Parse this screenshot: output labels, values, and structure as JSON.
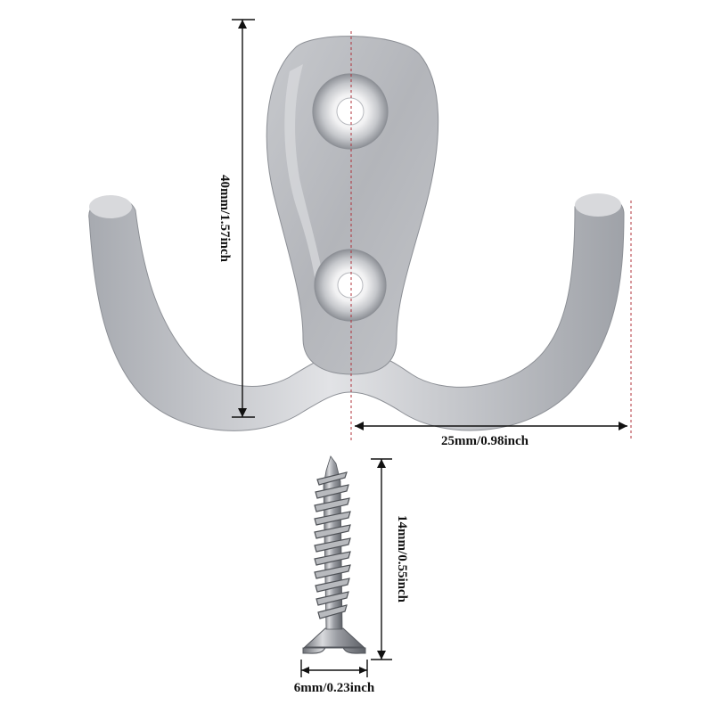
{
  "dimensions": {
    "hook_height": "40mm/1.57inch",
    "hook_half_width": "25mm/0.98inch",
    "screw_length": "14mm/0.55inch",
    "screw_head_width": "6mm/0.23inch"
  },
  "colors": {
    "metal_light": "#e6e7ea",
    "metal_mid": "#b9bbc0",
    "metal_dark": "#8d9096",
    "guide_red": "#b0303a",
    "ink": "#111111"
  }
}
